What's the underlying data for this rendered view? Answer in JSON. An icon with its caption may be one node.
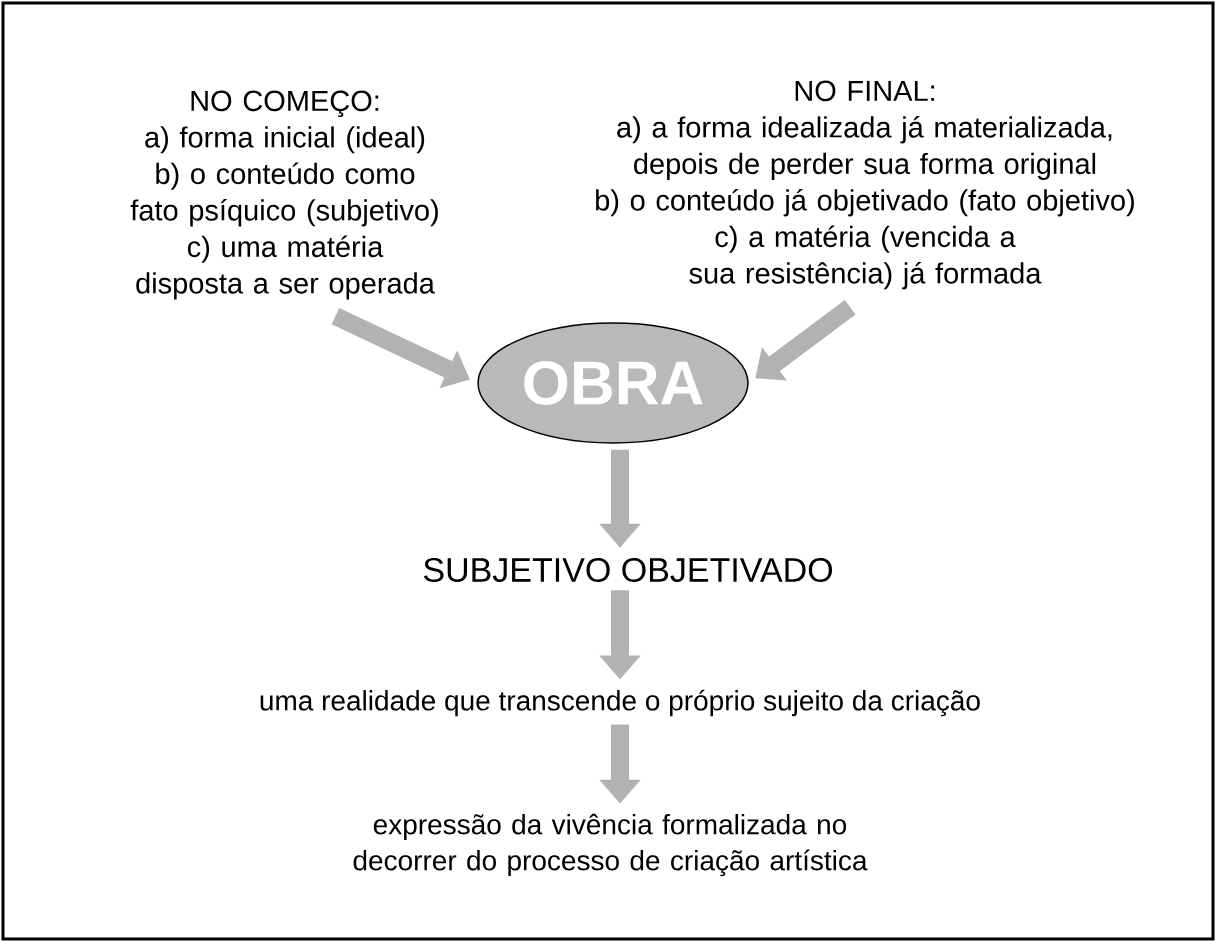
{
  "diagram": {
    "nodes": [
      {
        "text": [
          "NO COMEÇO:",
          "a) forma inicial (ideal)",
          "b) o conteúdo como fato psíquico (subjetivo)",
          "c) uma matéria disposta a ser operada"
        ]
      },
      {
        "text": [
          "NO FINAL:",
          "a) a forma idealizada já materializada, depois de perder sua forma original",
          "b) o conteúdo já objetivado (fato objetivo)",
          "c) a matéria (vencida a sua resistência) já formada"
        ]
      },
      {
        "text": [
          "OBRA"
        ]
      },
      {
        "text": [
          "SUBJETIVO OBJETIVADO"
        ]
      },
      {
        "text": [
          "uma realidade que transcende o próprio sujeito da criação"
        ]
      },
      {
        "text": [
          "expressão da vivência formalizada no decorrer do processo de criação artística"
        ]
      }
    ],
    "edges": [
      {
        "from": 0,
        "to": 2,
        "arrow": "to"
      },
      {
        "from": 1,
        "to": 2,
        "arrow": "to"
      },
      {
        "from": 2,
        "to": 3,
        "arrow": "to"
      },
      {
        "from": 3,
        "to": 4,
        "arrow": "to"
      },
      {
        "from": 4,
        "to": 5,
        "arrow": "to"
      }
    ]
  }
}
